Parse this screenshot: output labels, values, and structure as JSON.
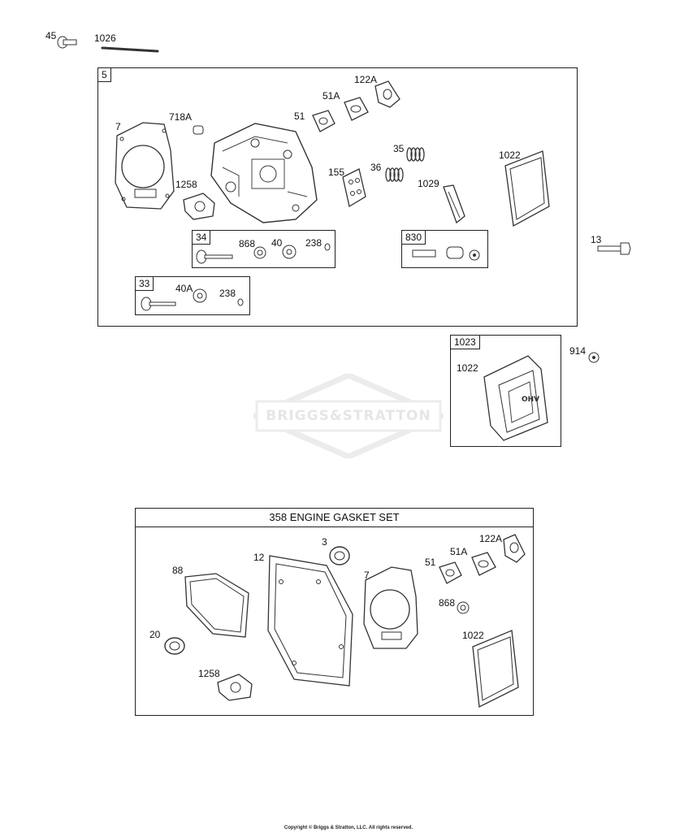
{
  "callouts": {
    "p45": "45",
    "p1026": "1026",
    "p13": "13",
    "p914": "914",
    "p7": "7",
    "p718A": "718A",
    "p1258": "1258",
    "p51": "51",
    "p51A": "51A",
    "p122A": "122A",
    "p155": "155",
    "p35": "35",
    "p36": "36",
    "p1029": "1029",
    "p1022": "1022",
    "p868": "868",
    "p40": "40",
    "p238a": "238",
    "p40A": "40A",
    "p238b": "238",
    "cover1022": "1022"
  },
  "boxes": {
    "head_assembly": "5",
    "valve_intake": "34",
    "valve_exhaust": "33",
    "rocker": "830",
    "cover": "1023"
  },
  "gasket_set": {
    "title": "358 ENGINE GASKET SET",
    "labels": {
      "p3": "3",
      "p12": "12",
      "p88": "88",
      "p7": "7",
      "p51": "51",
      "p51A": "51A",
      "p122A": "122A",
      "p868": "868",
      "p20": "20",
      "p1022": "1022",
      "p1258": "1258"
    }
  },
  "watermark": "BRIGGS&STRATTON",
  "copyright": "Copyright © Briggs & Stratton, LLC. All rights reserved."
}
